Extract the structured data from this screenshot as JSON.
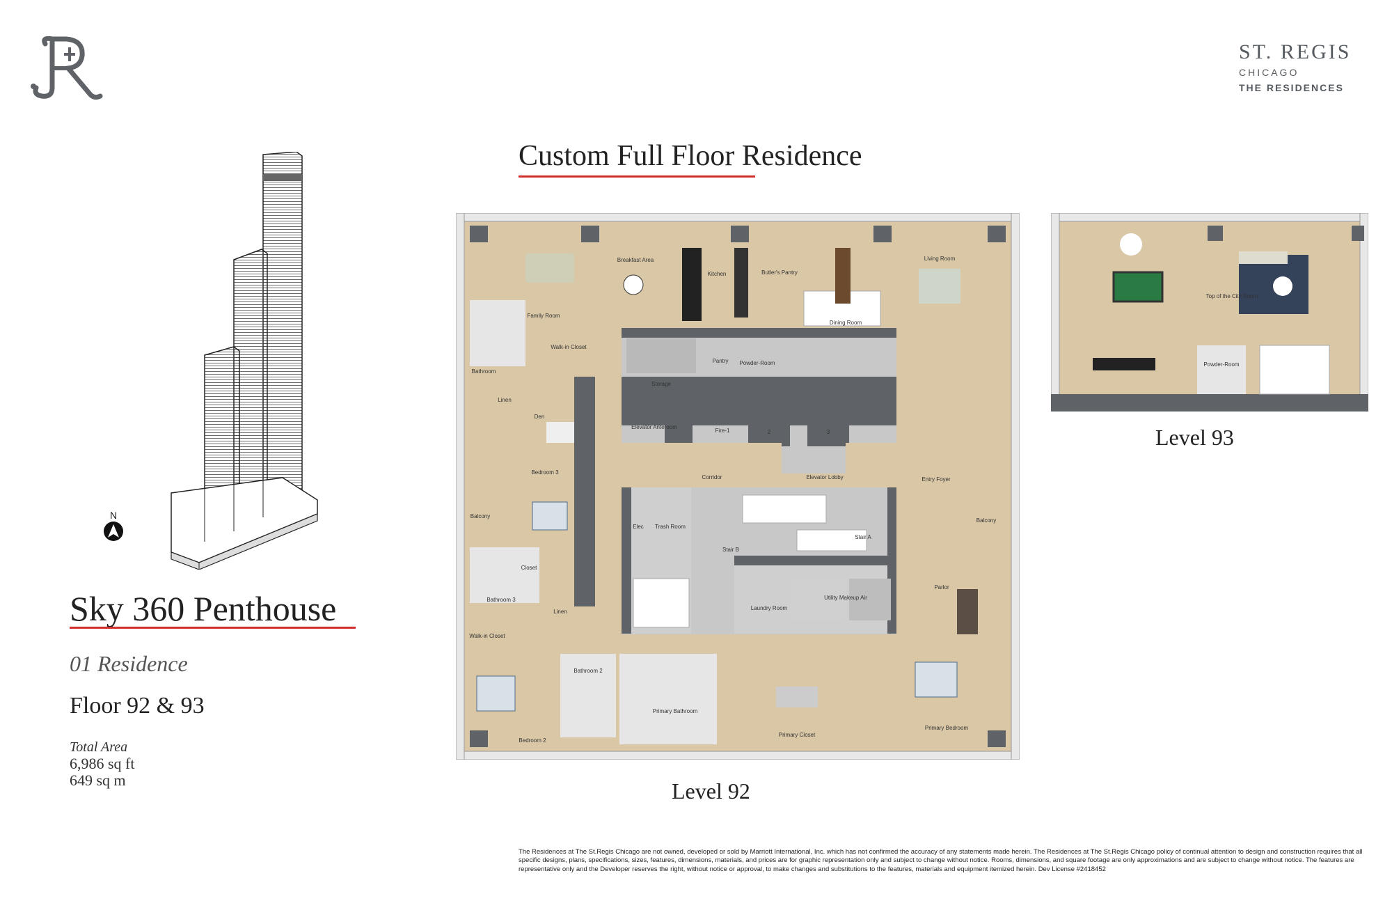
{
  "brand": {
    "name": "ST. REGIS",
    "city": "CHICAGO",
    "sub": "THE RESIDENCES"
  },
  "title": "Custom Full Floor Residence",
  "penthouse": {
    "name": "Sky 360 Penthouse",
    "residence": "01 Residence",
    "floor": "Floor 92 & 93",
    "area_label": "Total Area",
    "area_sqft": "6,986 sq ft",
    "area_sqm": "649 sq m"
  },
  "compass": {
    "north": "N"
  },
  "level92": {
    "label": "Level 92",
    "rooms": {
      "family_room": "Family Room",
      "breakfast_area": "Breakfast Area",
      "kitchen": "Kitchen",
      "butlers_pantry": "Butler's Pantry",
      "dining_room": "Dining Room",
      "living_room": "Living Room",
      "bathroom": "Bathroom",
      "walkin_closet": "Walk-in Closet",
      "pantry": "Pantry",
      "powder_room": "Powder-Room",
      "storage": "Storage",
      "linen": "Linen",
      "den": "Den",
      "elevator_anteroom": "Elevator Anteroom",
      "fire1": "Fire-1",
      "elev2": "2",
      "elev3": "3",
      "balcony_w": "Balcony",
      "bedroom3": "Bedroom 3",
      "corridor": "Corridor",
      "elevator_lobby": "Elevator Lobby",
      "entry_foyer": "Entry Foyer",
      "balcony_e": "Balcony",
      "elec": "Elec",
      "trash_room": "Trash Room",
      "stair_b": "Stair B",
      "stair_a": "Stair A",
      "closet": "Closet",
      "bathroom3": "Bathroom 3",
      "linen2": "Linen",
      "laundry_room": "Laundry Room",
      "utility": "Utility Makeup Air",
      "parlor": "Parlor",
      "walkin_closet2": "Walk-in Closet",
      "bathroom2": "Bathroom 2",
      "primary_bathroom": "Primary Bathroom",
      "primary_closet": "Primary Closet",
      "primary_bedroom": "Primary Bedroom",
      "bedroom2": "Bedroom 2"
    }
  },
  "level93": {
    "label": "Level 93",
    "rooms": {
      "top_city": "Top of the City Room",
      "powder_room": "Powder-Room"
    }
  },
  "disclaimer": "The Residences at The St.Regis Chicago are not owned, developed or sold by Marriott International, Inc. which has not confirmed the accuracy of any statements made herein. The Residences at The St.Regis Chicago policy of continual attention to design and construction requires that all specific designs, plans, specifications, sizes, features, dimensions, materials, and prices are for graphic representation only and subject to change without notice. Rooms, dimensions, and square footage are only approximations and are subject to change without notice. The features are representative only and the Developer reserves the right, without notice or approval, to make changes and substitutions to the features, materials and equipment itemized herein. Dev License #2418452",
  "colors": {
    "accent": "#d32f2f",
    "wall": "#5f6368",
    "floor": "#d9c7a6",
    "stone": "#e6e6e6"
  }
}
